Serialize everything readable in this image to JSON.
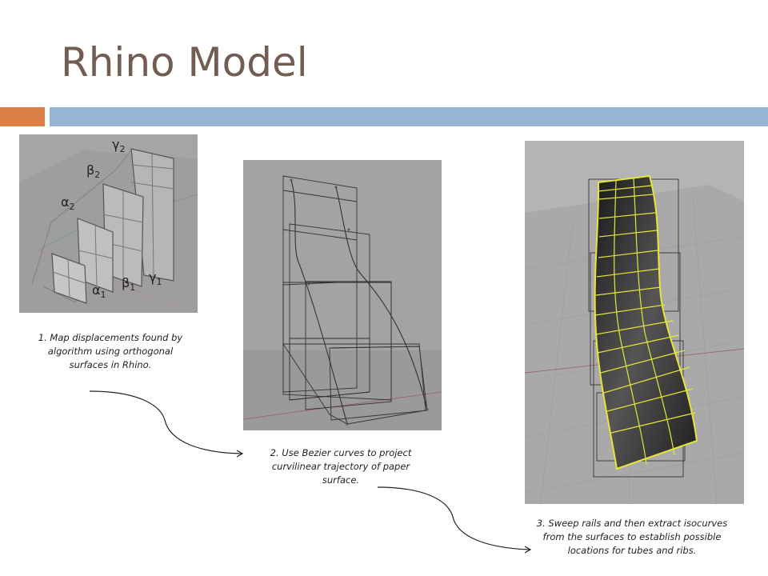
{
  "slide": {
    "title": "Rhino Model",
    "accent_colors": {
      "orange": "#dd8047",
      "blue": "#94b6d2",
      "title": "#735d52"
    }
  },
  "panels": [
    {
      "id": "orthogonal-surfaces",
      "labels": {
        "gamma2": "γ",
        "gamma2_sub": "2",
        "beta2": "β",
        "beta2_sub": "2",
        "alpha2": "α",
        "alpha2_sub": "2",
        "alpha1": "α",
        "alpha1_sub": "1",
        "beta1": "β",
        "beta1_sub": "1",
        "gamma1": "γ",
        "gamma1_sub": "1"
      }
    },
    {
      "id": "bezier-curves"
    },
    {
      "id": "swept-surface"
    }
  ],
  "captions": {
    "step1": [
      "1. Map displacements found by",
      "algorithm using orthogonal",
      "surfaces in Rhino."
    ],
    "step2": [
      "2. Use Bezier curves to project",
      "curvilinear trajectory of paper",
      "surface."
    ],
    "step3": [
      "3. Sweep rails and then extract isocurves",
      "from the surfaces to establish possible",
      "locations for tubes and ribs."
    ]
  }
}
